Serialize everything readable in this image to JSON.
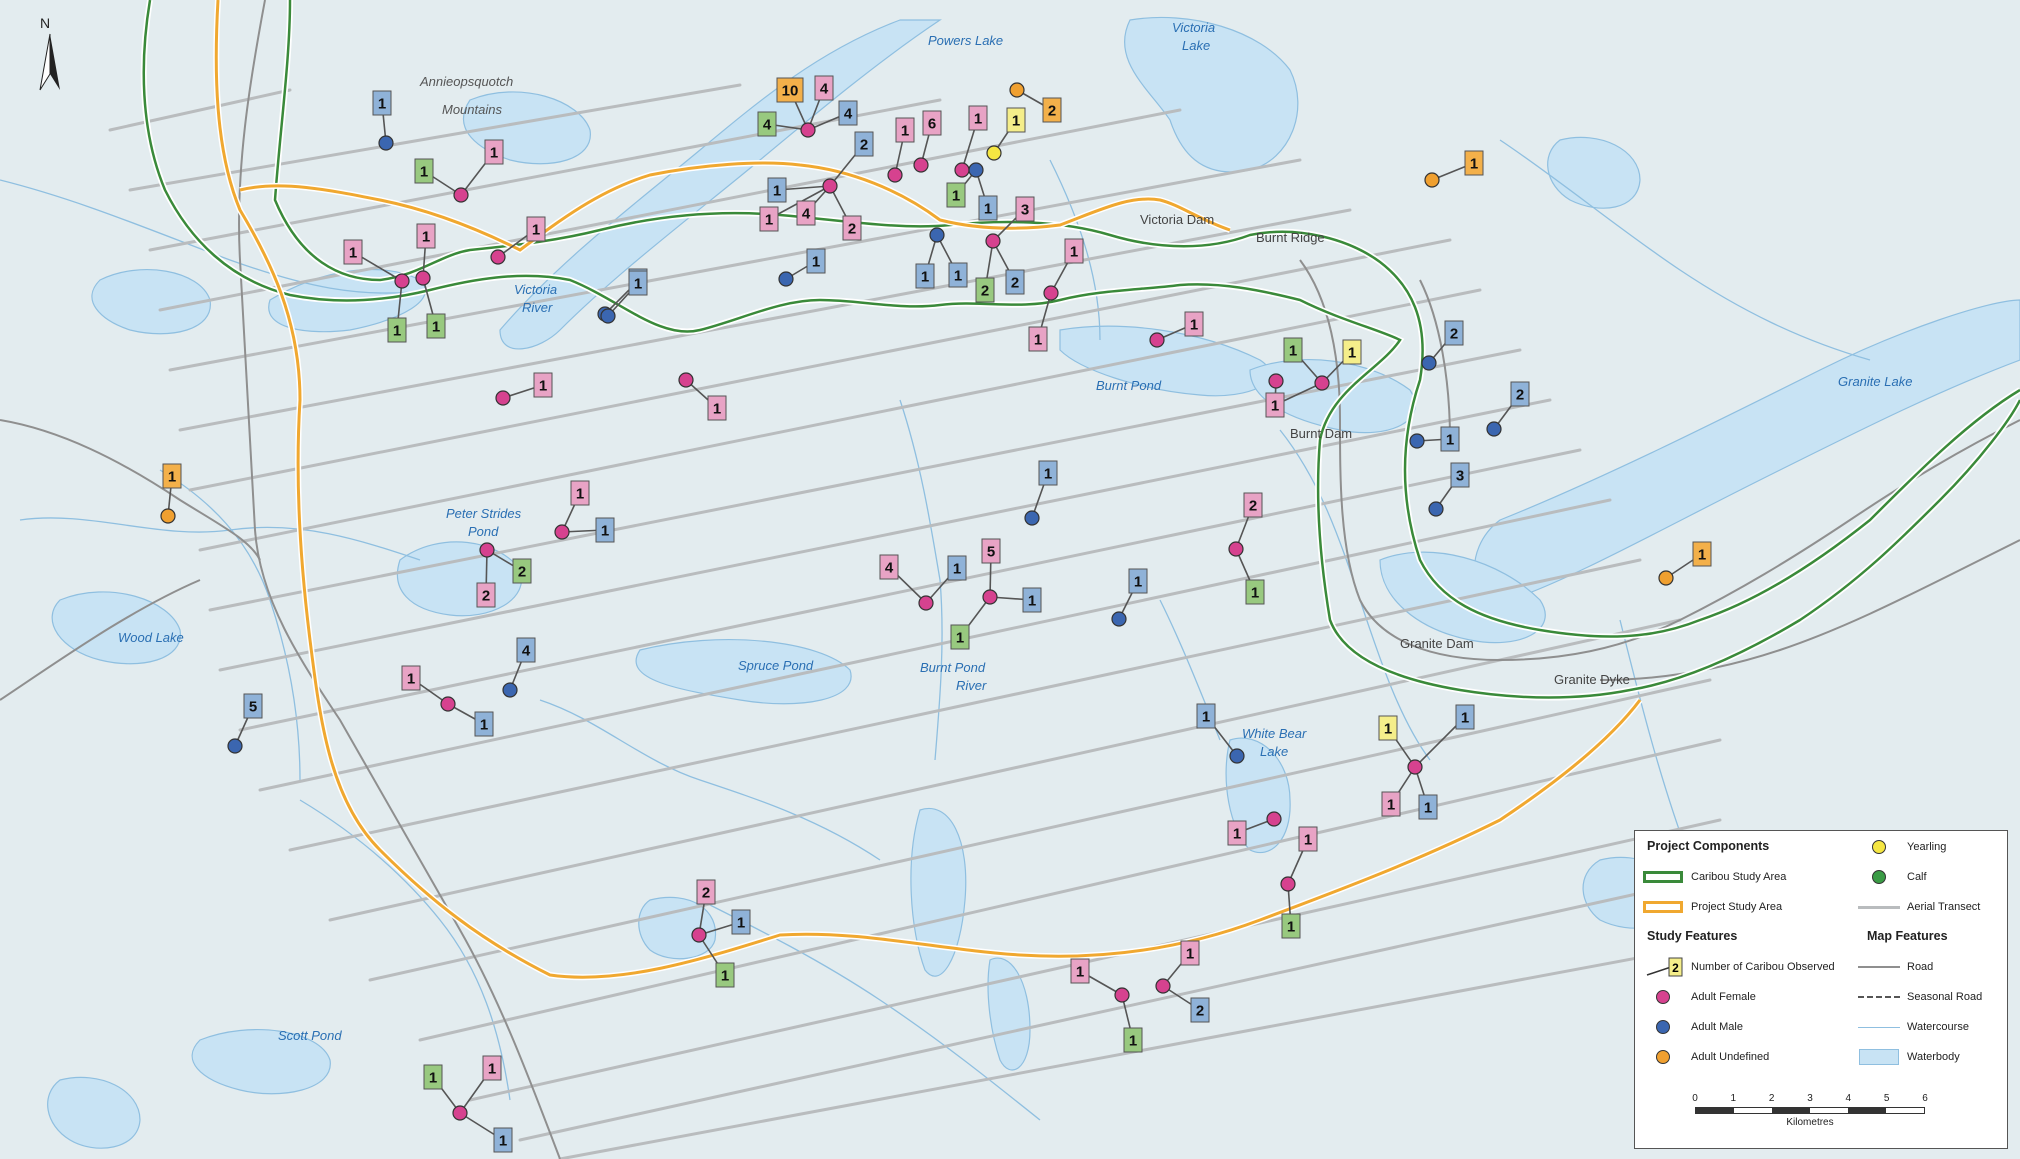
{
  "colors": {
    "land": "#e3ecef",
    "water": "#c8e3f4",
    "waterEdge": "#8fbfe0",
    "caribouStudyArea": "#3a8a3a",
    "projectStudyArea": "#f0a830",
    "transect": "#b9bcbe",
    "road": "#8f8f8f",
    "female": "#d6428f",
    "male": "#3b66b0",
    "undefined": "#f0a030",
    "yearling": "#f5e642",
    "calf": "#3a9b45",
    "labelFemale": "#e8a3c5",
    "labelMale": "#8fb2d8",
    "labelUndefined": "#f3b04a",
    "labelYearling": "#f5ee8a",
    "labelCalf": "#98c97f"
  },
  "north": "N",
  "places": [
    {
      "id": "annieopsquotch-1",
      "text": "Annieopsquotch",
      "cls": "mtn"
    },
    {
      "id": "annieopsquotch-2",
      "text": "Mountains",
      "cls": "mtn"
    },
    {
      "id": "powers-lake",
      "text": "Powers Lake",
      "cls": "place"
    },
    {
      "id": "victoria-lake-1",
      "text": "Victoria",
      "cls": "place"
    },
    {
      "id": "victoria-lake-2",
      "text": "Lake",
      "cls": "place"
    },
    {
      "id": "victoria-dam",
      "text": "Victoria Dam",
      "cls": "facility"
    },
    {
      "id": "burnt-ridge",
      "text": "Burnt Ridge",
      "cls": "facility"
    },
    {
      "id": "victoria-river-1",
      "text": "Victoria",
      "cls": "place"
    },
    {
      "id": "victoria-river-2",
      "text": "River",
      "cls": "place"
    },
    {
      "id": "burnt-pond",
      "text": "Burnt Pond",
      "cls": "place"
    },
    {
      "id": "burnt-dam",
      "text": "Burnt Dam",
      "cls": "facility"
    },
    {
      "id": "granite-lake",
      "text": "Granite Lake",
      "cls": "place"
    },
    {
      "id": "peter-strides-1",
      "text": "Peter Strides",
      "cls": "place"
    },
    {
      "id": "peter-strides-2",
      "text": "Pond",
      "cls": "place"
    },
    {
      "id": "wood-lake",
      "text": "Wood Lake",
      "cls": "place"
    },
    {
      "id": "spruce-pond",
      "text": "Spruce Pond",
      "cls": "place"
    },
    {
      "id": "burnt-pond-river-1",
      "text": "Burnt Pond",
      "cls": "place"
    },
    {
      "id": "burnt-pond-river-2",
      "text": "River",
      "cls": "place"
    },
    {
      "id": "granite-dam",
      "text": "Granite Dam",
      "cls": "facility"
    },
    {
      "id": "granite-dyke",
      "text": "Granite Dyke",
      "cls": "facility"
    },
    {
      "id": "white-bear-1",
      "text": "White Bear",
      "cls": "place"
    },
    {
      "id": "white-bear-2",
      "text": "Lake",
      "cls": "place"
    },
    {
      "id": "scott-pond",
      "text": "Scott Pond",
      "cls": "place"
    }
  ],
  "observations": [
    {
      "type": "male",
      "labels": [
        {
          "t": "male",
          "n": "1"
        }
      ]
    },
    {
      "type": "female",
      "labels": [
        {
          "t": "calf",
          "n": "1"
        },
        {
          "t": "female",
          "n": "1"
        }
      ]
    },
    {
      "type": "female",
      "labels": [
        {
          "t": "female",
          "n": "1"
        }
      ]
    },
    {
      "type": "female",
      "labels": [
        {
          "t": "female",
          "n": "1"
        },
        {
          "t": "calf",
          "n": "1"
        }
      ]
    },
    {
      "type": "female",
      "labels": [
        {
          "t": "female",
          "n": "1"
        },
        {
          "t": "calf",
          "n": "1"
        }
      ]
    },
    {
      "type": "male",
      "labels": [
        {
          "t": "male",
          "n": "1"
        }
      ]
    },
    {
      "type": "female",
      "labels": [
        {
          "t": "undefined",
          "n": "10"
        },
        {
          "t": "female",
          "n": "4"
        },
        {
          "t": "calf",
          "n": "4"
        },
        {
          "t": "male",
          "n": "4"
        }
      ]
    },
    {
      "type": "undefined",
      "labels": [
        {
          "t": "undefined",
          "n": "2"
        }
      ]
    },
    {
      "type": "yearling",
      "labels": [
        {
          "t": "yearling",
          "n": "1"
        }
      ]
    },
    {
      "type": "female",
      "labels": [
        {
          "t": "female",
          "n": "1"
        }
      ]
    },
    {
      "type": "female",
      "labels": [
        {
          "t": "female",
          "n": "6"
        }
      ]
    },
    {
      "type": "female",
      "labels": [
        {
          "t": "female",
          "n": "1"
        }
      ]
    },
    {
      "type": "female",
      "labels": [
        {
          "t": "male",
          "n": "2"
        },
        {
          "t": "male",
          "n": "1"
        },
        {
          "t": "female",
          "n": "1"
        },
        {
          "t": "female",
          "n": "4"
        },
        {
          "t": "female",
          "n": "2"
        }
      ]
    },
    {
      "type": "male",
      "labels": [
        {
          "t": "calf",
          "n": "1"
        },
        {
          "t": "male",
          "n": "1"
        }
      ]
    },
    {
      "type": "female",
      "labels": [
        {
          "t": "female",
          "n": "3"
        },
        {
          "t": "calf",
          "n": "2"
        },
        {
          "t": "male",
          "n": "2"
        }
      ]
    },
    {
      "type": "male",
      "labels": [
        {
          "t": "male",
          "n": "1"
        },
        {
          "t": "male",
          "n": "1"
        }
      ]
    },
    {
      "type": "male",
      "labels": [
        {
          "t": "male",
          "n": "1"
        }
      ]
    },
    {
      "type": "female",
      "labels": [
        {
          "t": "female",
          "n": "1"
        },
        {
          "t": "female",
          "n": "1"
        }
      ]
    },
    {
      "type": "undefined",
      "labels": [
        {
          "t": "undefined",
          "n": "1"
        }
      ]
    },
    {
      "type": "male",
      "labels": [
        {
          "t": "male",
          "n": "1"
        }
      ]
    },
    {
      "type": "female",
      "labels": [
        {
          "t": "female",
          "n": "1"
        }
      ]
    },
    {
      "type": "female",
      "labels": [
        {
          "t": "female",
          "n": "1"
        }
      ]
    },
    {
      "type": "female",
      "labels": [
        {
          "t": "female",
          "n": "1"
        }
      ]
    },
    {
      "type": "female",
      "labels": [
        {
          "t": "female",
          "n": "1"
        }
      ]
    },
    {
      "type": "female",
      "labels": [
        {
          "t": "calf",
          "n": "1"
        },
        {
          "t": "yearling",
          "n": "1"
        },
        {
          "t": "female",
          "n": "1"
        }
      ]
    },
    {
      "type": "male",
      "labels": [
        {
          "t": "male",
          "n": "2"
        }
      ]
    },
    {
      "type": "male",
      "labels": [
        {
          "t": "male",
          "n": "1"
        }
      ]
    },
    {
      "type": "male",
      "labels": [
        {
          "t": "male",
          "n": "2"
        }
      ]
    },
    {
      "type": "male",
      "labels": [
        {
          "t": "male",
          "n": "3"
        }
      ]
    },
    {
      "type": "undefined",
      "labels": [
        {
          "t": "undefined",
          "n": "1"
        }
      ]
    },
    {
      "type": "female",
      "labels": [
        {
          "t": "female",
          "n": "1"
        },
        {
          "t": "male",
          "n": "1"
        }
      ]
    },
    {
      "type": "female",
      "labels": [
        {
          "t": "female",
          "n": "2"
        },
        {
          "t": "calf",
          "n": "2"
        }
      ]
    },
    {
      "type": "male",
      "labels": [
        {
          "t": "male",
          "n": "1"
        }
      ]
    },
    {
      "type": "female",
      "labels": [
        {
          "t": "female",
          "n": "4"
        },
        {
          "t": "male",
          "n": "1"
        }
      ]
    },
    {
      "type": "female",
      "labels": [
        {
          "t": "female",
          "n": "5"
        },
        {
          "t": "male",
          "n": "1"
        },
        {
          "t": "calf",
          "n": "1"
        }
      ]
    },
    {
      "type": "male",
      "labels": [
        {
          "t": "male",
          "n": "1"
        }
      ]
    },
    {
      "type": "female",
      "labels": [
        {
          "t": "female",
          "n": "2"
        },
        {
          "t": "calf",
          "n": "1"
        }
      ]
    },
    {
      "type": "undefined",
      "labels": [
        {
          "t": "undefined",
          "n": "1"
        }
      ]
    },
    {
      "type": "male",
      "labels": [
        {
          "t": "male",
          "n": "5"
        }
      ]
    },
    {
      "type": "female",
      "labels": [
        {
          "t": "female",
          "n": "1"
        },
        {
          "t": "male",
          "n": "1"
        }
      ]
    },
    {
      "type": "male",
      "labels": [
        {
          "t": "male",
          "n": "4"
        }
      ]
    },
    {
      "type": "male",
      "labels": [
        {
          "t": "male",
          "n": "1"
        }
      ]
    },
    {
      "type": "female",
      "labels": [
        {
          "t": "yearling",
          "n": "1"
        },
        {
          "t": "male",
          "n": "1"
        },
        {
          "t": "female",
          "n": "1"
        },
        {
          "t": "male",
          "n": "1"
        }
      ]
    },
    {
      "type": "female",
      "labels": [
        {
          "t": "female",
          "n": "1"
        }
      ]
    },
    {
      "type": "female",
      "labels": [
        {
          "t": "female",
          "n": "1"
        },
        {
          "t": "calf",
          "n": "1"
        }
      ]
    },
    {
      "type": "female",
      "labels": [
        {
          "t": "female",
          "n": "2"
        },
        {
          "t": "male",
          "n": "1"
        },
        {
          "t": "calf",
          "n": "1"
        }
      ]
    },
    {
      "type": "female",
      "labels": [
        {
          "t": "female",
          "n": "1"
        },
        {
          "t": "calf",
          "n": "1"
        }
      ]
    },
    {
      "type": "female",
      "labels": [
        {
          "t": "female",
          "n": "1"
        },
        {
          "t": "male",
          "n": "2"
        }
      ]
    },
    {
      "type": "female",
      "labels": [
        {
          "t": "calf",
          "n": "1"
        },
        {
          "t": "female",
          "n": "1"
        },
        {
          "t": "male",
          "n": "1"
        }
      ]
    }
  ],
  "legend": {
    "project_components": "Project Components",
    "caribou_study_area": "Caribou Study Area",
    "project_study_area": "Project Study Area",
    "yearling": "Yearling",
    "calf": "Calf",
    "aerial_transect": "Aerial Transect",
    "study_features": "Study Features",
    "map_features": "Map Features",
    "number_observed": "Number of Caribou Observed",
    "number_sample": "2",
    "road": "Road",
    "adult_female": "Adult Female",
    "seasonal_road": "Seasonal Road",
    "adult_male": "Adult Male",
    "watercourse": "Watercourse",
    "adult_undefined": "Adult Undefined",
    "waterbody": "Waterbody",
    "scale_ticks": [
      "0",
      "1",
      "2",
      "3",
      "4",
      "5",
      "6"
    ],
    "scale_unit": "Kilometres"
  }
}
